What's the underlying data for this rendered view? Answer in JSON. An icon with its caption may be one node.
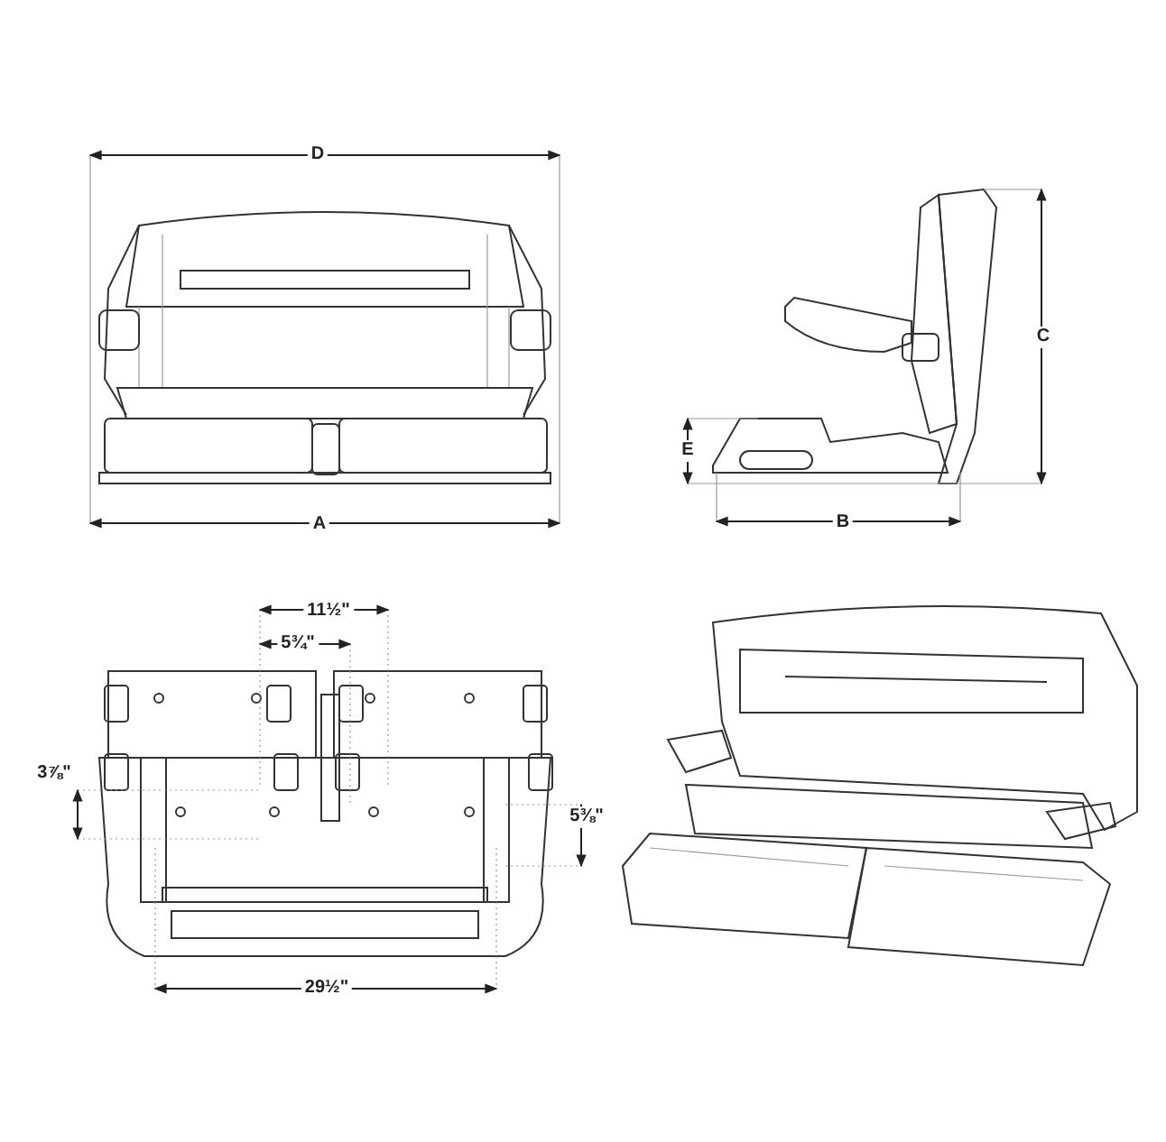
{
  "diagram": {
    "labels": [
      "D",
      "C",
      "E",
      "A",
      "B",
      "11½\"",
      "5¾\"",
      "3⅞\"",
      "5⅜\"",
      "29½\""
    ]
  }
}
